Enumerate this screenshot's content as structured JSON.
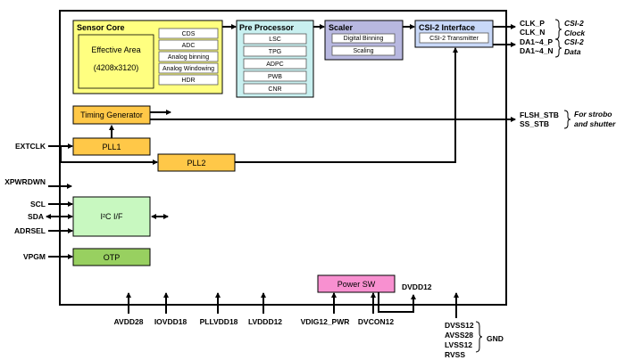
{
  "colors": {
    "sensor_core": "#ffff80",
    "pre_processor": "#c8f0f0",
    "scaler": "#b8b8e0",
    "csi2": "#c8d8f8",
    "timing": "#ffc848",
    "i2c": "#c8f8c0",
    "otp": "#98d060",
    "power_sw": "#f890d0",
    "sub_box": "#ffffff"
  },
  "blocks": {
    "sensor_core": {
      "title": "Sensor Core",
      "effective_area": "Effective Area",
      "resolution": "(4208x3120)",
      "items": [
        "CDS",
        "ADC",
        "Analog binning",
        "Analog Windowing",
        "HDR"
      ]
    },
    "pre_processor": {
      "title": "Pre Processor",
      "items": [
        "LSC",
        "TPG",
        "ADPC",
        "PWB",
        "CNR"
      ]
    },
    "scaler": {
      "title": "Scaler",
      "items": [
        "Digital Binning",
        "Scaling"
      ]
    },
    "csi2": {
      "title": "CSI-2 Interface",
      "items": [
        "CSI-2 Transmitter"
      ]
    },
    "timing_generator": "Timing Generator",
    "pll1": "PLL1",
    "pll2": "PLL2",
    "i2c_if": "I²C I/F",
    "otp": "OTP",
    "power_sw": "Power SW"
  },
  "pins": {
    "left": [
      "EXTCLK",
      "XPWRDWN",
      "SCL",
      "SDA",
      "ADRSEL",
      "VPGM"
    ],
    "right": {
      "clk_p": "CLK_P",
      "clk_n": "CLK_N",
      "da_p": "DA1~4_P",
      "da_n": "DA1~4_N",
      "flsh_stb": "FLSH_STB",
      "ss_stb": "SS_STB",
      "dvdd12": "DVDD12"
    },
    "bottom": [
      "AVDD28",
      "IOVDD18",
      "PLLVDD18",
      "LVDDD12",
      "VDIG12_PWR",
      "DVCON12"
    ],
    "gnd_group": [
      "DVSS12",
      "AVSS28",
      "LVSS12",
      "RVSS"
    ],
    "gnd_label": "GND"
  },
  "notes": {
    "csi2_clock_1": "CSI-2",
    "csi2_clock_2": "Clock",
    "csi2_data_1": "CSI-2",
    "csi2_data_2": "Data",
    "strobe_1": "For strobo",
    "strobe_2": "and shutter"
  }
}
